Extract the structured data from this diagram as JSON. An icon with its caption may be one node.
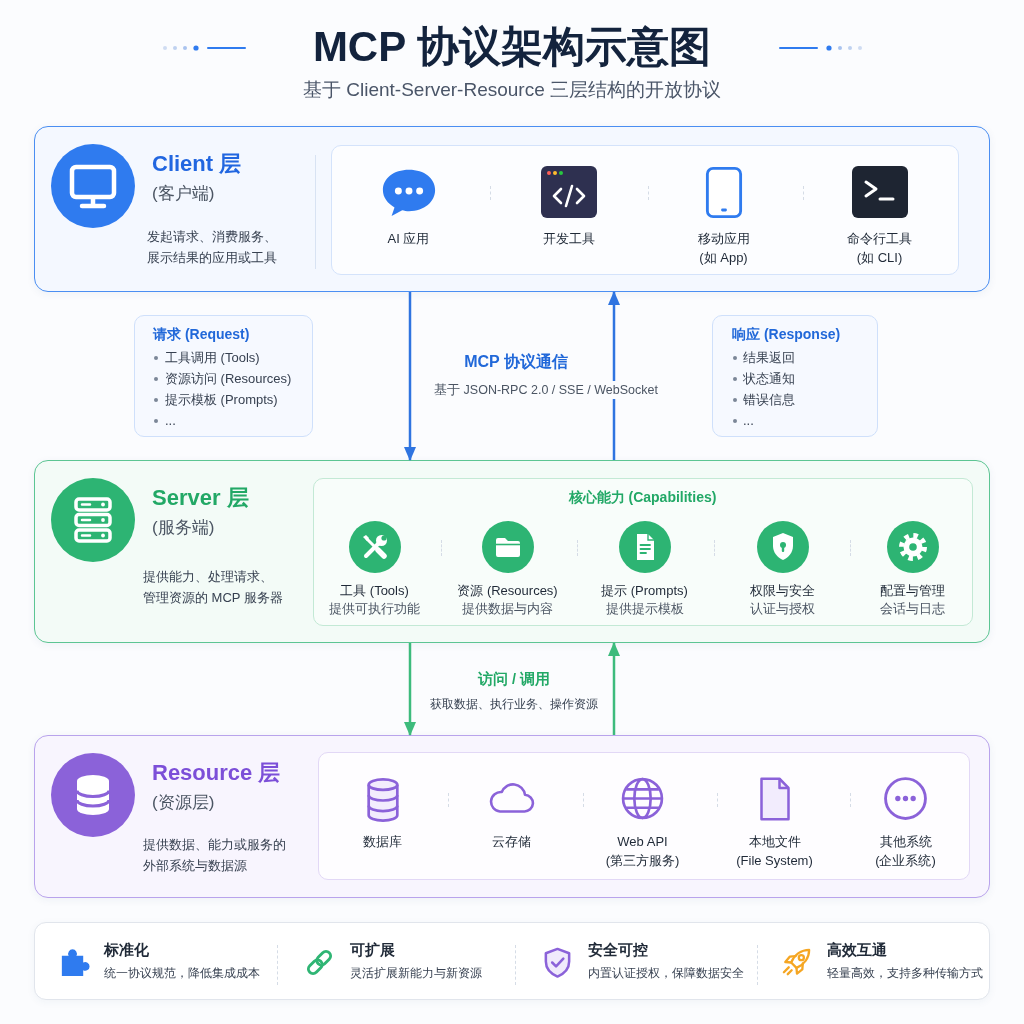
{
  "diagram": {
    "title": "MCP 协议架构示意图",
    "nodes": [
      {
        "text": [
          "Client 层",
          "(客户端)",
          "发起请求、消费服务、展示结果的应用或工具"
        ]
      },
      {
        "text": [],
        "shape": "box",
        "in": 0
      },
      {
        "text": [
          "AI 应用"
        ],
        "in": 1
      },
      {
        "text": [
          "开发工具"
        ],
        "in": 1
      },
      {
        "text": [
          "移动应用",
          "(如 App)"
        ],
        "in": 1
      },
      {
        "text": [
          "命令行工具",
          "(如 CLI)"
        ],
        "in": 1
      },
      {
        "text": [
          "请求 (Request)",
          "工具调用 (Tools)",
          "资源访问 (Resources)",
          "提示模板 (Prompts)",
          "..."
        ]
      },
      {
        "text": [
          "响应 (Response)",
          "结果返回",
          "状态通知",
          "错误信息",
          "..."
        ]
      },
      {
        "text": [
          "Server 层",
          "(服务端)",
          "提供能力、处理请求、管理资源的 MCP 服务器"
        ]
      },
      {
        "text": [
          "核心能力 (Capabilities)"
        ],
        "in": 8
      },
      {
        "text": [
          "工具 (Tools)",
          "提供可执行功能"
        ],
        "in": 9
      },
      {
        "text": [
          "资源 (Resources)",
          "提供数据与内容"
        ],
        "in": 9
      },
      {
        "text": [
          "提示 (Prompts)",
          "提供提示模板"
        ],
        "in": 9
      },
      {
        "text": [
          "权限与安全",
          "认证与授权"
        ],
        "in": 9
      },
      {
        "text": [
          "配置与管理",
          "会话与日志"
        ],
        "in": 9
      },
      {
        "text": [
          "Resource 层",
          "(资源层)",
          "提供数据、能力或服务的外部系统与数据源"
        ]
      },
      {
        "text": [],
        "shape": "box",
        "in": 15
      },
      {
        "text": [
          "数据库"
        ],
        "in": 16
      },
      {
        "text": [
          "云存储"
        ],
        "in": 16
      },
      {
        "text": [
          "Web API",
          "(第三方服务)"
        ],
        "in": 16
      },
      {
        "text": [
          "本地文件",
          "(File System)"
        ],
        "in": 16
      },
      {
        "text": [
          "其他系统",
          "(企业系统)"
        ],
        "in": 16
      },
      {
        "text": [],
        "shape": "box"
      },
      {
        "text": [
          "标准化",
          "统一协议规范，降低集成成本"
        ],
        "in": 22
      },
      {
        "text": [
          "可扩展",
          "灵活扩展新能力与新资源"
        ],
        "in": 22
      },
      {
        "text": [
          "安全可控",
          "内置认证授权，保障数据安全"
        ],
        "in": 22
      },
      {
        "text": [
          "高效互通",
          "轻量高效，支持多种传输方式"
        ],
        "in": 22
      }
    ],
    "edges": [
      {
        "from": 0,
        "to": 8,
        "arrow": "to",
        "color": "#2f74e0"
      },
      {
        "from": 8,
        "to": 0,
        "arrow": "to",
        "color": "#2f74e0"
      },
      {
        "from": 8,
        "to": 15,
        "arrow": "to",
        "color": "#3dbb7c"
      },
      {
        "from": 15,
        "to": 8,
        "arrow": "to",
        "color": "#3dbb7c"
      }
    ],
    "labels": [
      "基于 Client-Server-Resource 三层结构的开放协议",
      "MCP 协议通信",
      "基于 JSON-RPC 2.0 / SSE / WebSocket",
      "访问 / 调用",
      "获取数据、执行业务、操作资源"
    ]
  }
}
